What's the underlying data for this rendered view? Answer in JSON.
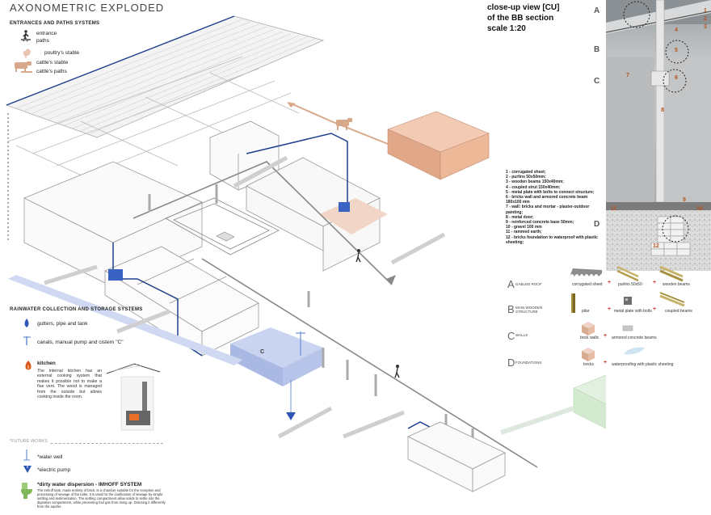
{
  "title": "AXONOMETRIC EXPLODED",
  "entrances": {
    "heading": "ENTRANCES AND PATHS SYSTEMS",
    "items": [
      "entrance",
      "paths",
      "poultry's stable",
      "cattle's stable",
      "cattle's paths"
    ]
  },
  "rainwater": {
    "heading": "RAINWATER COLLECTION AND STORAGE SYSTEMS",
    "items": [
      "gutters, pipe and tank",
      "canals, manual pump and cistern \"C\""
    ]
  },
  "kitchen": {
    "title": "kitchen",
    "text": "The internal kitchen has an external cooking system that makes it possible not to make a flue vent. The wood is managed from the outside but allows cooking inside the room."
  },
  "future": {
    "heading": "*FUTURE WORKS",
    "items": [
      "*water well",
      "*electric pump",
      "*dirty water dispersion - IMHOFF SYSTEM"
    ],
    "imhoff_text": "The Imhoff tank, made entirely of brick, is a chamber suitable for the reception and processing of sewage of the toilet. It is used for the clarification of sewage by simple settling and sedimentation. The settling compartment allow solids to settle into the digestion compartment, while preventing foul gas from rising up. Directing it differently from the aquifer."
  },
  "closeup": {
    "title_lines": [
      "close-up view [CU]",
      "of the BB section",
      "scale 1:20"
    ],
    "list": [
      "1 - corrugated sheet;",
      "2 - purlins 50x50mm;",
      "3 - wooden beams 150x40mm;",
      "4 - coupled strut 150x40mm;",
      "5 - metal plate with bolts to connect structure;",
      "6 - bricks wall and armored concrete beam 180x100 mm",
      "7 - wall: bricks and mortar - plaster-outdoor painting;",
      "8 - metal door;",
      "9 - reinforced concrete base 50mm;",
      "10 - gravel 100 mm",
      "11 - rammed earth;",
      "12 - bricks foundation to waterproof with plastic sheeting;"
    ],
    "letters": [
      "A",
      "B",
      "C",
      "D"
    ],
    "photo_numbers": [
      "1",
      "2",
      "3",
      "4",
      "5",
      "6",
      "7",
      "8",
      "9",
      "10",
      "11",
      "12"
    ]
  },
  "materials": [
    {
      "letter": "A",
      "label": "GABLED ROOF",
      "items": [
        "corrugated sheet",
        "purlins 50x50",
        "wooden beams"
      ]
    },
    {
      "letter": "B",
      "label": "MAIN WOODEN STRUCTURE",
      "items": [
        "pilar",
        "metal plate with bolts",
        "coupled beams"
      ]
    },
    {
      "letter": "C",
      "label": "WALLS",
      "items": [
        "brick walls",
        "armored concrete beams"
      ]
    },
    {
      "letter": "D",
      "label": "FOUNDATIONS",
      "items": [
        "bricks",
        "waterproofing with plastic sheeting"
      ]
    }
  ],
  "plus_sign": "+",
  "cistern_label": "C",
  "colors": {
    "blue": "#1f3f8f",
    "water": "#9fb3e0",
    "cattle": "#d8a88a",
    "path": "#c9c9c9",
    "accent": "#b5541e"
  }
}
